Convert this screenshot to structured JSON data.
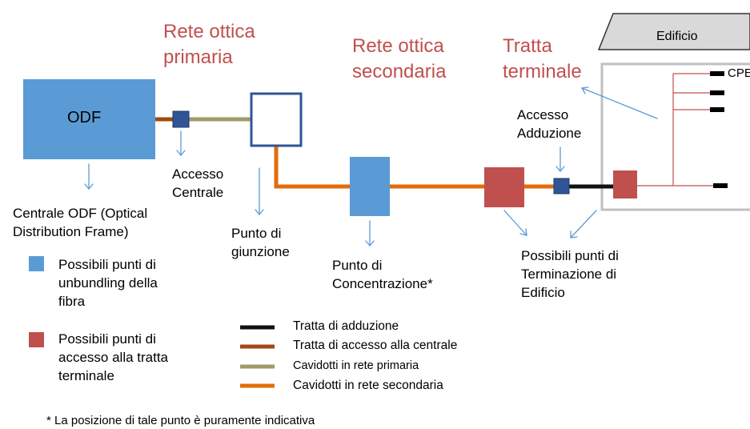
{
  "titles": {
    "primary": "Rete ottica\nprimaria",
    "secondary": "Rete ottica\nsecondaria",
    "terminal": "Tratta\nterminale"
  },
  "building": {
    "label": "Edificio",
    "cpe": "CPE"
  },
  "nodes": {
    "odf": "ODF",
    "odf_caption": "Centrale ODF (Optical\nDistribution Frame)",
    "accesso_centrale": "Accesso\nCentrale",
    "punto_giunzione": "Punto di\ngiunzione",
    "punto_concentrazione": "Punto di\nConcentrazione*",
    "accesso_adduzione": "Accesso\nAdduzione",
    "terminazione": "Possibili punti di\nTerminazione di\nEdificio"
  },
  "key": {
    "blue": "Possibili punti di\nunbundling della\nfibra",
    "red": "Possibili punti di\naccesso alla tratta\nterminale"
  },
  "line_legend": [
    {
      "label": "Tratta di adduzione",
      "style": "adduzione"
    },
    {
      "label": "Tratta di accesso alla centrale",
      "style": "accesso"
    },
    {
      "label": "Cavidotti in rete primaria",
      "style": "primaria"
    },
    {
      "label": "Cavidotti in rete secondaria",
      "style": "secondaria"
    }
  ],
  "footnote": "* La posizione di tale punto è puramente indicativa",
  "colors": {
    "blue_fill": "#5b9bd5",
    "dark_blue": "#2f5597",
    "red_fill": "#c0504d",
    "title_red": "#c0504d",
    "primary_cable": "#a09a6a",
    "secondary_cable": "#e36c0a",
    "access_cable": "#a04a10",
    "adduzione_cable": "#111111",
    "building_border": "#c0c0c0"
  }
}
